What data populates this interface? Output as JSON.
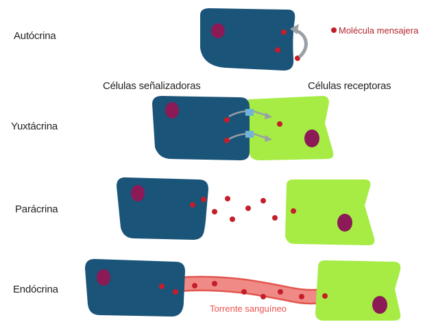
{
  "labels": {
    "autocrine": "Autócrina",
    "juxtacrine": "Yuxtácrina",
    "paracrine": "Parácrina",
    "endocrine": "Endócrina",
    "signaling_cells": "Células señalizadoras",
    "receptor_cells": "Células receptoras",
    "messenger_molecule": "Molécula mensajera",
    "bloodstream": "Torrente sanguíneo"
  },
  "colors": {
    "signaling_cell": "#1a5479",
    "receptor_cell": "#a6ec44",
    "nucleus": "#8b1a56",
    "molecule": "#c41e2a",
    "blood_vessel": "#f08a86",
    "blood_vessel_border": "#e2564f",
    "receptor_channel": "#6fb3d8",
    "arrow": "#9aa0a6"
  }
}
